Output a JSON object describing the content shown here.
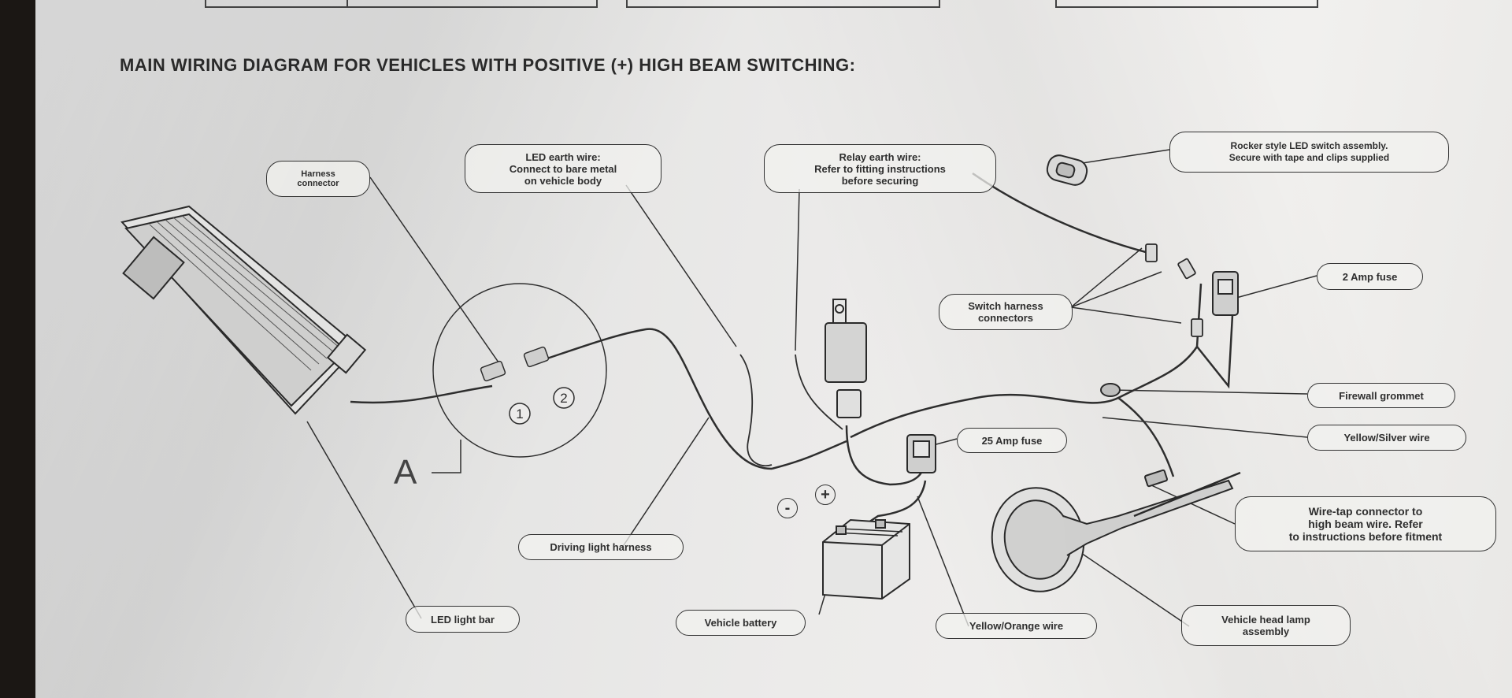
{
  "title": "MAIN WIRING DIAGRAM FOR VEHICLES WITH POSITIVE (+) HIGH BEAM SWITCHING:",
  "labels": {
    "harness_connector": "Harness\nconnector",
    "led_earth_wire": "LED earth wire:\nConnect to bare metal\non vehicle body",
    "relay_earth_wire": "Relay earth wire:\nRefer to fitting instructions\nbefore securing",
    "rocker_switch": "Rocker style LED switch assembly.\nSecure with tape and clips supplied",
    "switch_harness_connectors": "Switch harness\nconnectors",
    "fuse_2a": "2 Amp fuse",
    "firewall_grommet": "Firewall grommet",
    "yellow_silver_wire": "Yellow/Silver wire",
    "fuse_25a": "25 Amp fuse",
    "wire_tap_connector": "Wire-tap connector to\nhigh beam wire. Refer\nto instructions before fitment",
    "driving_light_harness": "Driving light harness",
    "led_light_bar": "LED light bar",
    "vehicle_battery": "Vehicle battery",
    "yellow_orange_wire": "Yellow/Orange wire",
    "head_lamp": "Vehicle head lamp\nassembly"
  },
  "markers": {
    "detail_letter": "A",
    "connector_1": "1",
    "connector_2": "2",
    "battery_negative": "-",
    "battery_positive": "+"
  },
  "colors": {
    "ink": "#2e2e2e",
    "paper": "#ecebea"
  }
}
